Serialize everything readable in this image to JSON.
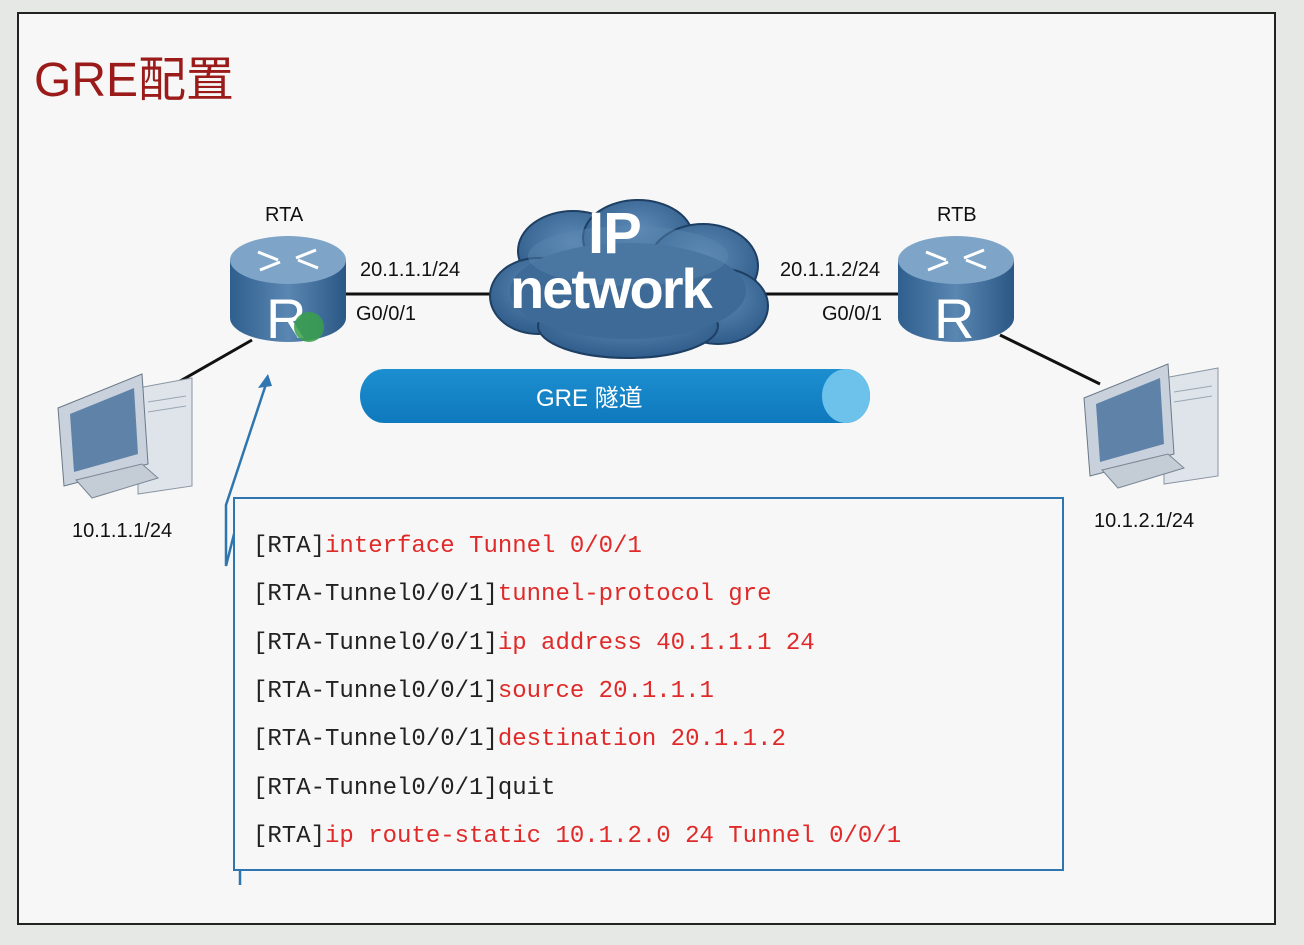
{
  "title": "GRE配置",
  "routers": {
    "left": {
      "name": "RTA",
      "ip": "20.1.1.1/24",
      "iface": "G0/0/1",
      "glyph": "R"
    },
    "right": {
      "name": "RTB",
      "ip": "20.1.1.2/24",
      "iface": "G0/0/1",
      "glyph": "R"
    }
  },
  "cloud": {
    "line1": "IP",
    "line2": "network"
  },
  "tunnel": {
    "label": "GRE 隧道"
  },
  "hosts": {
    "left_ip": "10.1.1.1/24",
    "right_ip": "10.1.2.1/24"
  },
  "code": [
    {
      "prompt": "[RTA]",
      "cmd": "interface Tunnel 0/0/1",
      "highlight": true
    },
    {
      "prompt": "[RTA-Tunnel0/0/1]",
      "cmd": "tunnel-protocol gre",
      "highlight": true
    },
    {
      "prompt": "[RTA-Tunnel0/0/1]",
      "cmd": "ip address 40.1.1.1 24",
      "highlight": true
    },
    {
      "prompt": "[RTA-Tunnel0/0/1]",
      "cmd": "source 20.1.1.1",
      "highlight": true
    },
    {
      "prompt": "[RTA-Tunnel0/0/1]",
      "cmd": "destination 20.1.1.2",
      "highlight": true
    },
    {
      "prompt": "[RTA-Tunnel0/0/1]",
      "cmd": "quit",
      "highlight": false
    },
    {
      "prompt": "[RTA]",
      "cmd": "ip route-static 10.1.2.0 24 Tunnel 0/0/1",
      "highlight": true
    }
  ],
  "colors": {
    "title": "#9b1b1b",
    "command": "#e02a2a",
    "box_border": "#2f76b0",
    "tunnel": "#1a9ad6",
    "router": "#3f6f9c"
  }
}
